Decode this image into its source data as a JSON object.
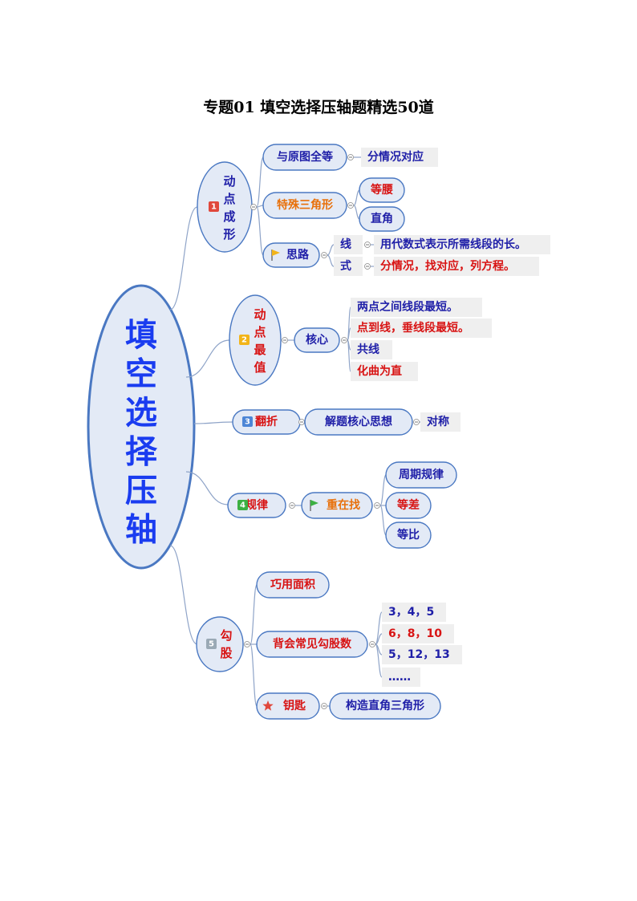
{
  "title": "专题01  填空选择压轴题精选50道",
  "colors": {
    "blue_text": "#1f1fa8",
    "red_text": "#d81313",
    "orange_text": "#e8700a",
    "border": "#4a78c2",
    "bubble_fill": "#e3eaf6",
    "box_fill": "#efefef",
    "line": "#8fa4c8"
  },
  "root": {
    "label": "填空选择压轴",
    "chars": [
      "填",
      "空",
      "选",
      "择",
      "压",
      "轴"
    ]
  },
  "branches": [
    {
      "num": "1",
      "num_color": "#e0483c",
      "chars": [
        "动",
        "点",
        "成",
        "形"
      ],
      "children": [
        {
          "label": "与原图全等",
          "color": "blue",
          "children": [
            {
              "label": "分情况对应",
              "color": "blue"
            }
          ]
        },
        {
          "label": "特殊三角形",
          "color": "orange",
          "children": [
            {
              "label": "等腰",
              "color": "red"
            },
            {
              "label": "直角",
              "color": "blue"
            }
          ]
        },
        {
          "label": "思路",
          "color": "blue",
          "icon": "yellow-flag-icon",
          "children": [
            {
              "label": "线",
              "color": "blue",
              "children": [
                {
                  "label": "用代数式表示所需线段的长。",
                  "color": "blue"
                }
              ]
            },
            {
              "label": "式",
              "color": "blue",
              "children": [
                {
                  "label": "分情况，找对应，列方程。",
                  "color": "red"
                }
              ]
            }
          ]
        }
      ]
    },
    {
      "num": "2",
      "num_color": "#f2b419",
      "chars": [
        "动",
        "点",
        "最",
        "值"
      ],
      "children": [
        {
          "label": "核心",
          "color": "blue",
          "children": [
            {
              "label": "两点之间线段最短。",
              "color": "blue"
            },
            {
              "label": "点到线，垂线段最短。",
              "color": "red"
            },
            {
              "label": "共线",
              "color": "blue"
            },
            {
              "label": "化曲为直",
              "color": "red"
            }
          ]
        }
      ]
    },
    {
      "num": "3",
      "num_color": "#4d86d6",
      "label": "翻折",
      "children": [
        {
          "label": "解题核心思想",
          "color": "blue",
          "children": [
            {
              "label": "对称",
              "color": "blue"
            }
          ]
        }
      ]
    },
    {
      "num": "4",
      "num_color": "#3cb043",
      "label": "规律",
      "children": [
        {
          "label": "重在找",
          "color": "orange",
          "icon": "green-flag-icon",
          "children": [
            {
              "label": "周期规律",
              "color": "blue"
            },
            {
              "label": "等差",
              "color": "red"
            },
            {
              "label": "等比",
              "color": "blue"
            }
          ]
        }
      ]
    },
    {
      "num": "5",
      "num_color": "#9aa9b5",
      "chars": [
        "勾",
        "股"
      ],
      "children": [
        {
          "label": "巧用面积",
          "color": "red"
        },
        {
          "label": "背会常见勾股数",
          "color": "red",
          "children": [
            {
              "label": "3，4，5",
              "color": "blue"
            },
            {
              "label": "6，8，10",
              "color": "red"
            },
            {
              "label": "5，12，13",
              "color": "blue"
            },
            {
              "label": "……",
              "color": "blue"
            }
          ]
        },
        {
          "label": "钥匙",
          "color": "red",
          "icon": "red-star-icon",
          "children": [
            {
              "label": "构造直角三角形",
              "color": "blue"
            }
          ]
        }
      ]
    }
  ]
}
